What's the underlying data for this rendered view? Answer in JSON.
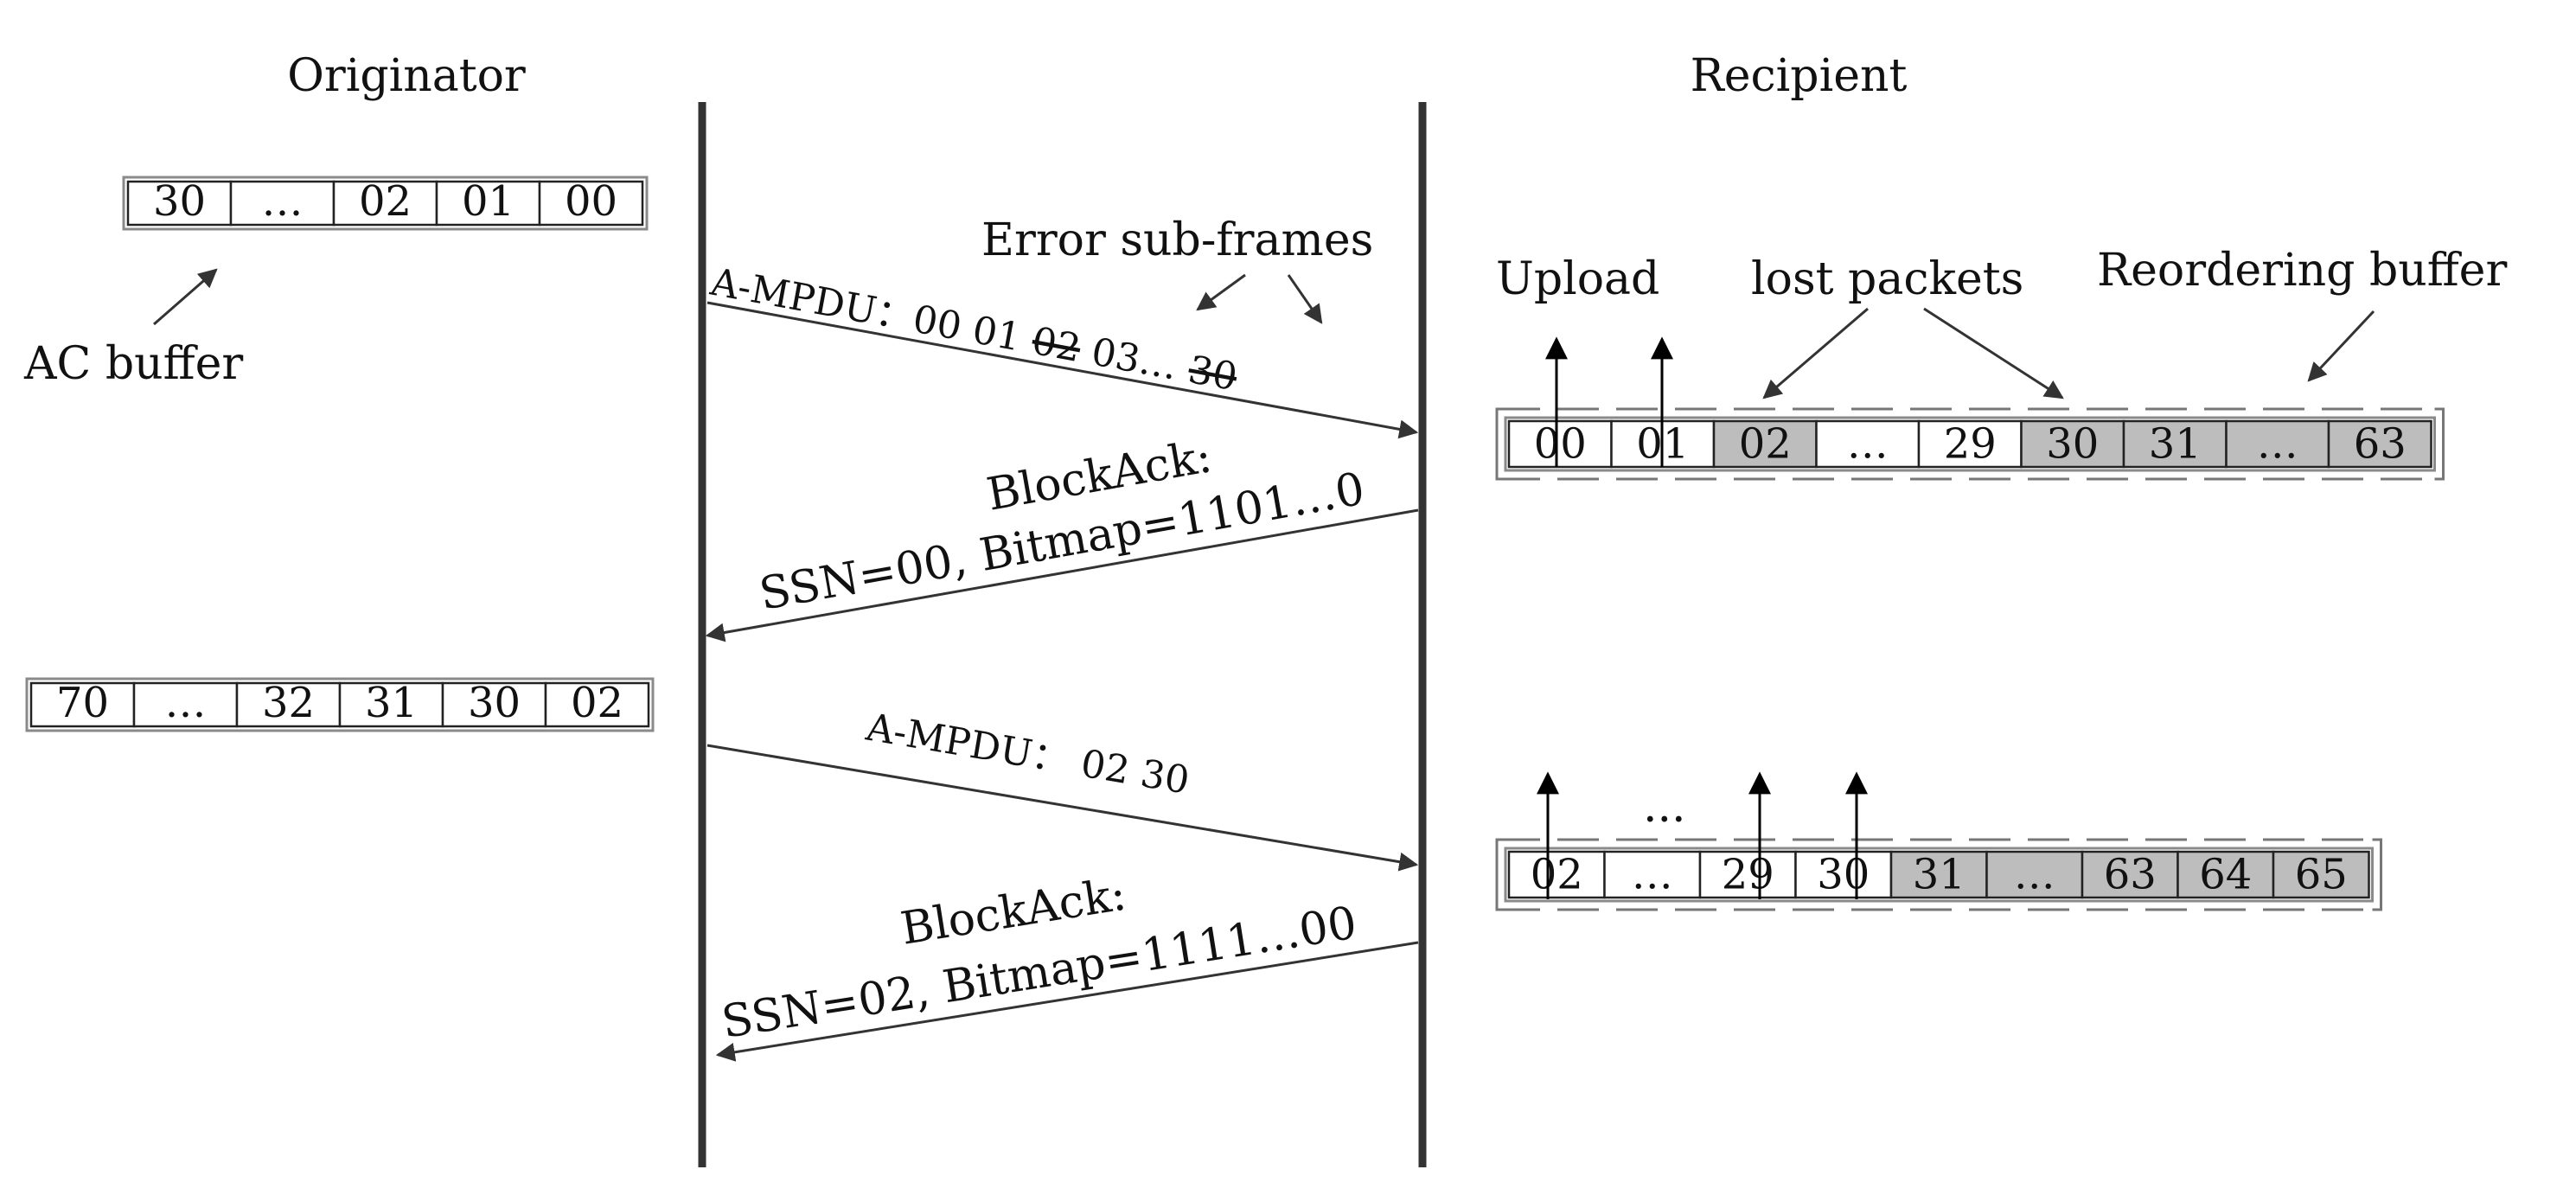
{
  "headers": {
    "originator": "Originator",
    "recipient": "Recipient"
  },
  "ac_buffers": {
    "first": [
      "30",
      "…",
      "02",
      "01",
      "00"
    ],
    "second": [
      "70",
      "…",
      "32",
      "31",
      "30",
      "02"
    ]
  },
  "reorder_buffers": {
    "first": [
      {
        "label": "00",
        "lost": false
      },
      {
        "label": "01",
        "lost": false
      },
      {
        "label": "02",
        "lost": true
      },
      {
        "label": "…",
        "lost": false
      },
      {
        "label": "29",
        "lost": false
      },
      {
        "label": "30",
        "lost": true
      },
      {
        "label": "31",
        "lost": true
      },
      {
        "label": "…",
        "lost": true
      },
      {
        "label": "63",
        "lost": true
      }
    ],
    "second": [
      {
        "label": "02",
        "lost": false
      },
      {
        "label": "…",
        "lost": false
      },
      {
        "label": "29",
        "lost": false
      },
      {
        "label": "30",
        "lost": false
      },
      {
        "label": "31",
        "lost": true
      },
      {
        "label": "…",
        "lost": true
      },
      {
        "label": "63",
        "lost": true
      },
      {
        "label": "64",
        "lost": true
      },
      {
        "label": "65",
        "lost": true
      }
    ]
  },
  "labels": {
    "ac_buffer": "AC buffer",
    "error_subframes": "Error sub-frames",
    "upload": "Upload",
    "lost_packets": "lost packets",
    "reordering_buffer": "Reordering buffer",
    "upload_ellipsis": "..."
  },
  "messages": {
    "ampdu1": {
      "prefix": "A-MPDU：00 01 ",
      "struck_a": "02",
      "middle": " 03… ",
      "struck_b": "30"
    },
    "blockack1": {
      "line1": "BlockAck:",
      "line2": "SSN=00, Bitmap=1101…0"
    },
    "ampdu2": {
      "text": "A-MPDU： 02 30"
    },
    "blockack2": {
      "line1": "BlockAck:",
      "line2": "SSN=02, Bitmap=1111…00"
    }
  },
  "colors": {
    "lost_fill": "#bdbdbd",
    "line": "#333333",
    "dash": "#777777"
  }
}
